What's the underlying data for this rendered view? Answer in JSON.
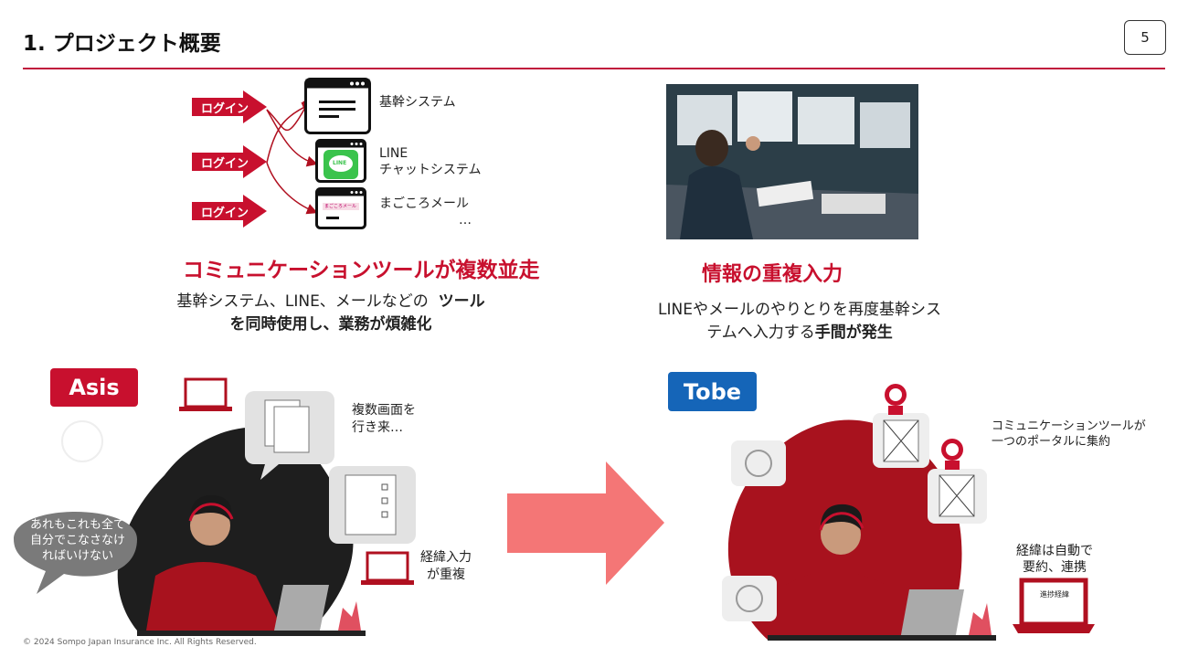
{
  "header": {
    "title": "1. プロジェクト概要",
    "page_number": "5"
  },
  "left_top": {
    "login_labels": [
      "ログイン",
      "ログイン",
      "ログイン"
    ],
    "systems": [
      {
        "label": "基幹システム"
      },
      {
        "label": "LINE\nチャットシステム",
        "line1": "LINE",
        "line2": "チャットシステム",
        "icon_text": "LINE"
      },
      {
        "label": "まごころメール",
        "window_text": "まごころメール"
      }
    ],
    "ellipsis": "…",
    "heading": "コミュニケーションツールが複数並走",
    "desc_line1": "基幹システム、LINE、メールなどの",
    "desc_line1_bold": "ツール",
    "desc_line2_bold": "を同時使用し、業務が煩雑化"
  },
  "right_top": {
    "heading": "情報の重複入力",
    "desc_line1": "LINEやメールのやりとりを再度基幹シス",
    "desc_line2": "テムへ入力する",
    "desc_line2_bold": "手間が発生"
  },
  "asis": {
    "badge": "Asis",
    "bubble_screens": "複数画面を\n行き来…",
    "bubble_screens_l1": "複数画面を",
    "bubble_screens_l2": "行き来…",
    "dup_l1": "経緯入力",
    "dup_l2": "が重複",
    "speech_l1": "あれもこれも全て",
    "speech_l2": "自分でこなさなけ",
    "speech_l3": "ればいけない"
  },
  "tobe": {
    "badge": "Tobe",
    "portal_l1": "コミュニケーションツールが",
    "portal_l2": "一つのポータルに集約",
    "auto_l1": "経緯は自動で",
    "auto_l2": "要約、連携",
    "laptop_text": "進捗経緯"
  },
  "colors": {
    "accent_red": "#c8102e",
    "dark_red": "#a8121e",
    "blue": "#1565b8",
    "arrow_pink": "#f47676"
  },
  "footer": {
    "copyright": "© 2024 Sompo Japan Insurance Inc. All Rights Reserved."
  }
}
